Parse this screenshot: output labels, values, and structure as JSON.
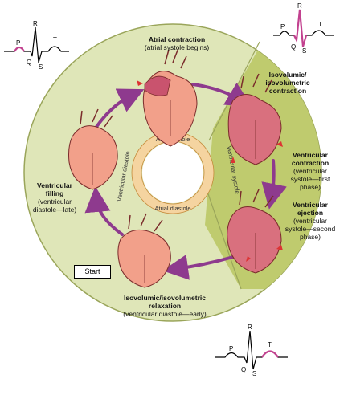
{
  "stages": {
    "atrial_contraction": {
      "title": "Atrial contraction",
      "sub": "(atrial systole begins)"
    },
    "isovolumic_contraction": {
      "title_1": "Isovolumic/",
      "title_2": "isovolumetric",
      "title_3": "contraction"
    },
    "ventricular_contraction": {
      "title_1": "Ventricular",
      "title_2": "contraction",
      "sub_1": "(ventricular",
      "sub_2": "systole—first",
      "sub_3": "phase)"
    },
    "ventricular_ejection": {
      "title_1": "Ventricular",
      "title_2": "ejection",
      "sub_1": "(ventricular",
      "sub_2": "systole—second",
      "sub_3": "phase)"
    },
    "isovolumic_relaxation": {
      "title": "Isovolumic/isovolumetric",
      "title_2": "relaxation",
      "sub": "(ventricular diastole—early)"
    },
    "ventricular_filling": {
      "title_1": "Ventricular",
      "title_2": "filling",
      "sub_1": "(ventricular",
      "sub_2": "diastole—late)"
    }
  },
  "start_label": "Start",
  "ring": {
    "atrial_systole": "Atrial systole",
    "atrial_diastole": "Atrial diastole",
    "ventricular_diastole": "Ventricular diastole",
    "ventricular_systole": "Ventricular systole"
  },
  "ecg": {
    "P": "P",
    "Q": "Q",
    "R": "R",
    "S": "S",
    "T": "T"
  },
  "colors": {
    "disc_light": "#dfe6b8",
    "disc_dark": "#bfcb6e",
    "ring": "#f5d4a0",
    "arrow": "#8e3a8e",
    "heart": "#f2a08a",
    "heart_dark": "#c9536e",
    "ecg_highlight": "#c2418f"
  }
}
